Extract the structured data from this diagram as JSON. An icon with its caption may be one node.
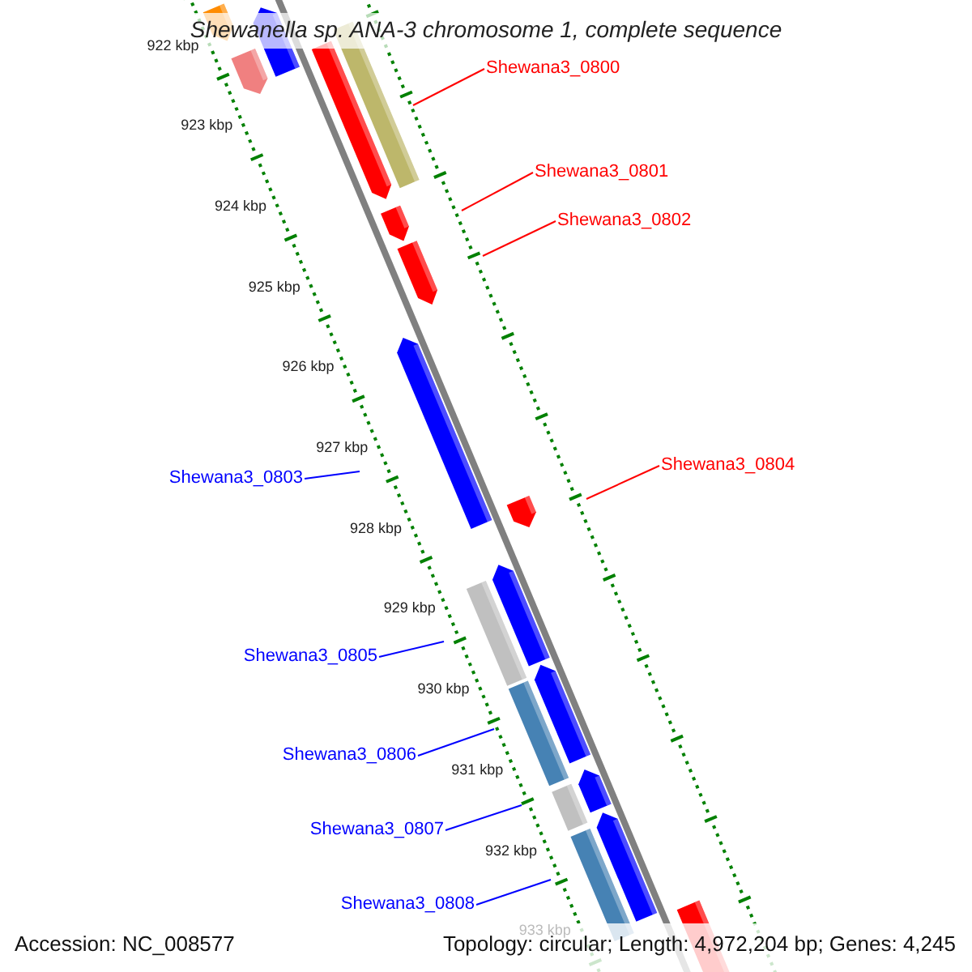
{
  "diagram": {
    "title": "Shewanella sp. ANA-3 chromosome 1, complete sequence",
    "nodes": [
      {
        "text": [
          "Shewana3_0800"
        ]
      },
      {
        "text": [
          "Shewana3_0801"
        ]
      },
      {
        "text": [
          "Shewana3_0802"
        ]
      },
      {
        "text": [
          "Shewana3_0803"
        ]
      },
      {
        "text": [
          "Shewana3_0804"
        ]
      },
      {
        "text": [
          "Shewana3_0805"
        ]
      },
      {
        "text": [
          "Shewana3_0806"
        ]
      },
      {
        "text": [
          "Shewana3_0807"
        ]
      },
      {
        "text": [
          "Shewana3_0808"
        ]
      }
    ],
    "edges": [
      {
        "from": 0,
        "to": null,
        "arrow": "none",
        "color": "#ff0000"
      },
      {
        "from": 1,
        "to": null,
        "arrow": "none",
        "color": "#ff0000"
      },
      {
        "from": 2,
        "to": null,
        "arrow": "none",
        "color": "#ff0000"
      },
      {
        "from": 3,
        "to": null,
        "arrow": "none"
      },
      {
        "from": 4,
        "to": null,
        "arrow": "none",
        "color": "#ff0000"
      },
      {
        "from": 5,
        "to": null,
        "arrow": "none"
      },
      {
        "from": 6,
        "to": null,
        "arrow": "none"
      },
      {
        "from": 7,
        "to": null,
        "arrow": "none"
      },
      {
        "from": 8,
        "to": null,
        "arrow": "none"
      }
    ],
    "labels": [
      "922 kbp",
      "923 kbp",
      "924 kbp",
      "925 kbp",
      "926 kbp",
      "927 kbp",
      "928 kbp",
      "929 kbp",
      "930 kbp",
      "931 kbp",
      "932 kbp",
      "933 kbp",
      "Accession: NC_008577",
      "Topology: circular; Length: 4,972,204 bp; Genes: 4,245"
    ]
  }
}
